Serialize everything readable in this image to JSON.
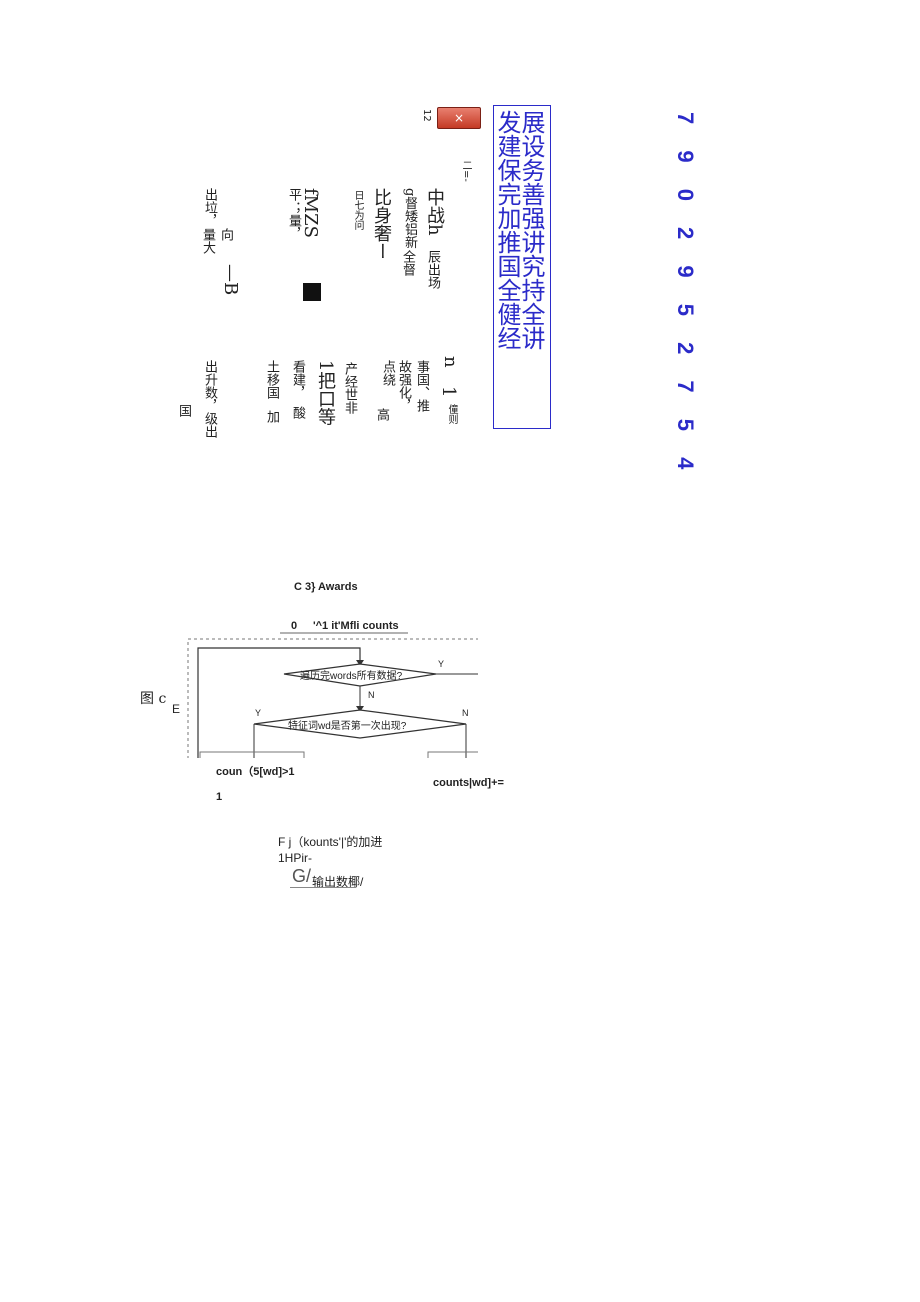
{
  "number_column": "7 9 0 2 9 5 2 7 5 4",
  "title_columns": [
    "展设务善强讲究持全讲",
    "发建保完加推国全健经"
  ],
  "button": {
    "label": "×",
    "side_number": "12"
  },
  "vertical_texts": {
    "t1": "二=-",
    "t2": "中战h",
    "t3": "g督矮铝新",
    "t4": "比身奢ー",
    "t5": "日七为问",
    "t6": "辰出场",
    "t7": "全督",
    "t8": "fMZS",
    "t9": "平；量，",
    "t10": "出垃，",
    "t11": "量大",
    "t12": "向",
    "t13": "—B",
    "t14": "n",
    "t15": "事国、推",
    "t16": "故强化，",
    "t17": "点绕",
    "t18": "1",
    "t19": "僮则",
    "t20": "产经世非",
    "t21": "高",
    "t22": "1把口等",
    "t23": "看建，",
    "t24": "酸",
    "t25": "土移国",
    "t26": "加",
    "t27": "出升数，级出",
    "t28": "国"
  },
  "figure": {
    "caption_top": "C 3} Awards",
    "row_zero": "0",
    "row_text": "'^1 it'Mfli counts",
    "decision1": "遍历完words所有数据?",
    "decision2": "特征词wd是否第一次出现?",
    "yes": "Y",
    "no": "N",
    "fig_label": "图 c",
    "e_label": "E",
    "left_out": "coun（5[wd]>1",
    "left_out2": "1",
    "right_out": "counts|wd]+=",
    "line1": "F j（kounts'|'的加进",
    "line2": "1HPir-",
    "line3_g": "G/",
    "line3": "输出数椰/"
  }
}
